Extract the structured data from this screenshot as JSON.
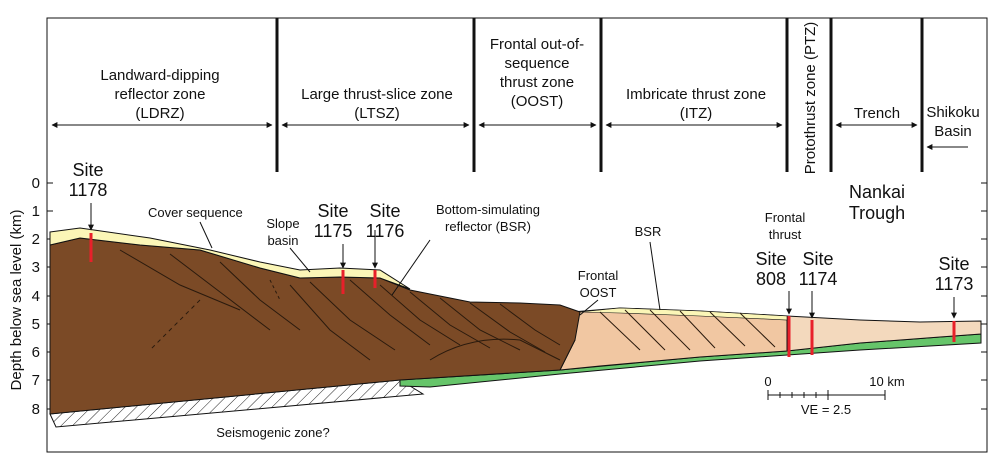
{
  "zones": [
    {
      "line1": "Landward-dipping",
      "line2": "reflector zone",
      "line3": "(LDRZ)"
    },
    {
      "line1": "Large thrust-slice zone",
      "line2": "(LTSZ)"
    },
    {
      "line1": "Frontal out-of-",
      "line2": "sequence",
      "line3": "thrust zone",
      "line4": "(OOST)"
    },
    {
      "line1": "Imbricate thrust zone",
      "line2": "(ITZ)"
    },
    {
      "label": "Protothrust zone (PTZ)"
    },
    {
      "label": "Trench"
    },
    {
      "line1": "Shikoku",
      "line2": "Basin"
    }
  ],
  "axis": {
    "label": "Depth below sea level (km)",
    "ticks": [
      "0",
      "1",
      "2",
      "3",
      "4",
      "5",
      "6",
      "7",
      "8"
    ]
  },
  "sites": [
    {
      "word": "Site",
      "num": "1178"
    },
    {
      "word": "Site",
      "num": "1175"
    },
    {
      "word": "Site",
      "num": "1176"
    },
    {
      "word": "Site",
      "num": "808"
    },
    {
      "word": "Site",
      "num": "1174"
    },
    {
      "word": "Site",
      "num": "1173"
    }
  ],
  "annotations": {
    "cover_sequence": "Cover sequence",
    "slope_basin_1": "Slope",
    "slope_basin_2": "basin",
    "bsr_1": "Bottom-simulating",
    "bsr_2": "reflector (BSR)",
    "bsr_short": "BSR",
    "frontal_oost_1": "Frontal",
    "frontal_oost_2": "OOST",
    "frontal_thrust_1": "Frontal",
    "frontal_thrust_2": "thrust",
    "nankai_1": "Nankai",
    "nankai_2": "Trough",
    "seismogenic": "Seismogenic zone?"
  },
  "scale": {
    "start": "0",
    "end": "10 km",
    "ve": "VE = 2.5"
  },
  "colors": {
    "accretionary_brown": "#7b4a26",
    "frontal_tan": "#f1c7a2",
    "cover_yellow": "#fbf6b7",
    "oceanic_green": "#66c56a",
    "site_red": "#e8202a"
  }
}
